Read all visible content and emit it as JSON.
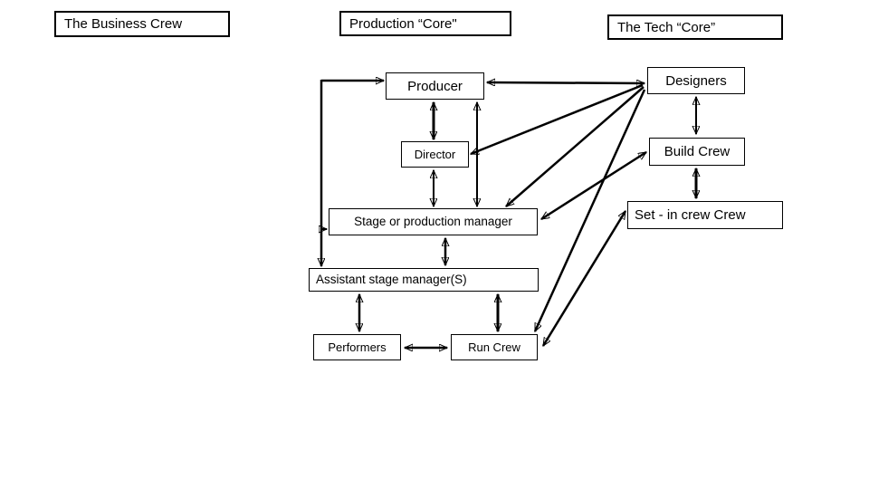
{
  "headers": {
    "business_crew": "The Business Crew",
    "production_core": "Production “Core\"",
    "tech_core": "The Tech “Core”"
  },
  "nodes": {
    "producer": "Producer",
    "director": "Director",
    "stage_manager": "Stage or production manager",
    "assistant_stage_manager": "Assistant stage manager(S)",
    "performers": "Performers",
    "run_crew": "Run Crew",
    "designers": "Designers",
    "build_crew": "Build Crew",
    "set_in_crew": "Set - in crew Crew"
  },
  "colors": {
    "background": "#ffffff",
    "box_fill": "#ffffff",
    "box_border": "#000000",
    "line": "#000000",
    "text": "#000000"
  },
  "diagram": {
    "type": "flow-diagram",
    "connections": [
      {
        "from": "producer",
        "to": "assistant_stage_manager",
        "style": "elbow",
        "arrows": "to"
      },
      {
        "from": "elbow_line",
        "to": "producer",
        "arrows": "to"
      },
      {
        "from": "elbow_line",
        "to": "stage_manager",
        "arrows": "to"
      },
      {
        "from": "producer",
        "to": "director",
        "arrows": "both"
      },
      {
        "from": "director",
        "to": "stage_manager",
        "arrows": "both"
      },
      {
        "from": "producer",
        "to": "stage_manager",
        "arrows": "both"
      },
      {
        "from": "producer",
        "to": "designers",
        "arrows": "both"
      },
      {
        "from": "director",
        "to": "designers",
        "arrows": "both"
      },
      {
        "from": "stage_manager",
        "to": "designers",
        "arrows": "both"
      },
      {
        "from": "run_crew",
        "to": "designers",
        "arrows": "both"
      },
      {
        "from": "stage_manager",
        "to": "build_crew",
        "arrows": "both"
      },
      {
        "from": "run_crew",
        "to": "set_in_crew",
        "arrows": "both"
      },
      {
        "from": "designers",
        "to": "build_crew",
        "arrows": "both"
      },
      {
        "from": "build_crew",
        "to": "set_in_crew",
        "arrows": "both"
      },
      {
        "from": "stage_manager",
        "to": "assistant_stage_manager",
        "arrows": "both"
      },
      {
        "from": "assistant_stage_manager",
        "to": "performers",
        "arrows": "both"
      },
      {
        "from": "assistant_stage_manager",
        "to": "run_crew",
        "arrows": "both"
      },
      {
        "from": "performers",
        "to": "run_crew",
        "arrows": "both"
      }
    ]
  }
}
